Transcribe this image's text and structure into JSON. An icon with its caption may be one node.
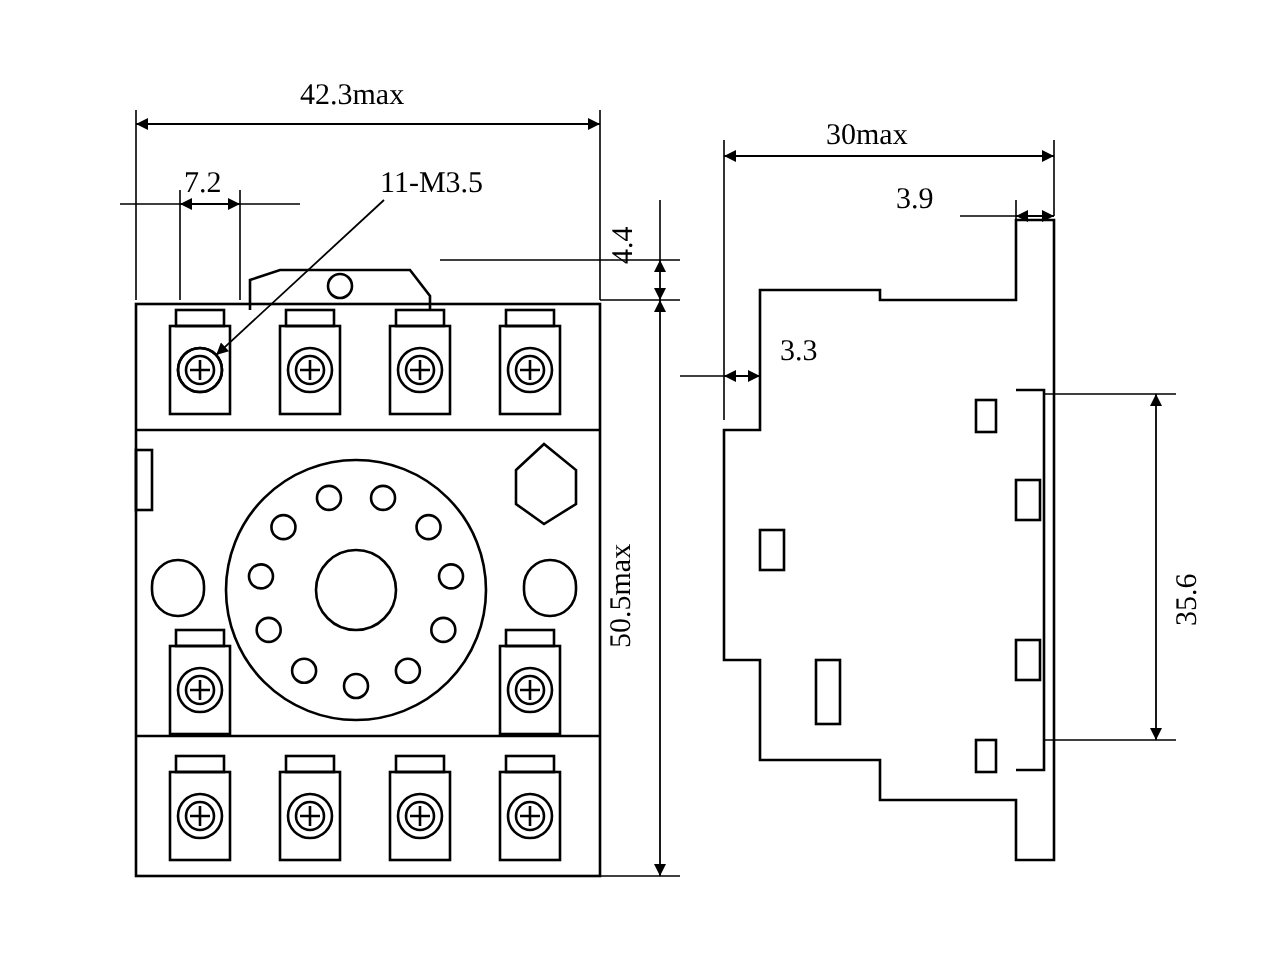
{
  "diagram": {
    "nodes": [
      {
        "text": [
          "11-M3.5"
        ]
      },
      {
        "text": [],
        "shape": "circle"
      }
    ],
    "edges": [
      {
        "from": 0,
        "to": 1,
        "arrow": "to"
      }
    ],
    "labels": [
      "42.3max",
      "7.2",
      "4.4",
      "50.5max",
      "30max",
      "3.9",
      "3.3",
      "35.6"
    ]
  }
}
